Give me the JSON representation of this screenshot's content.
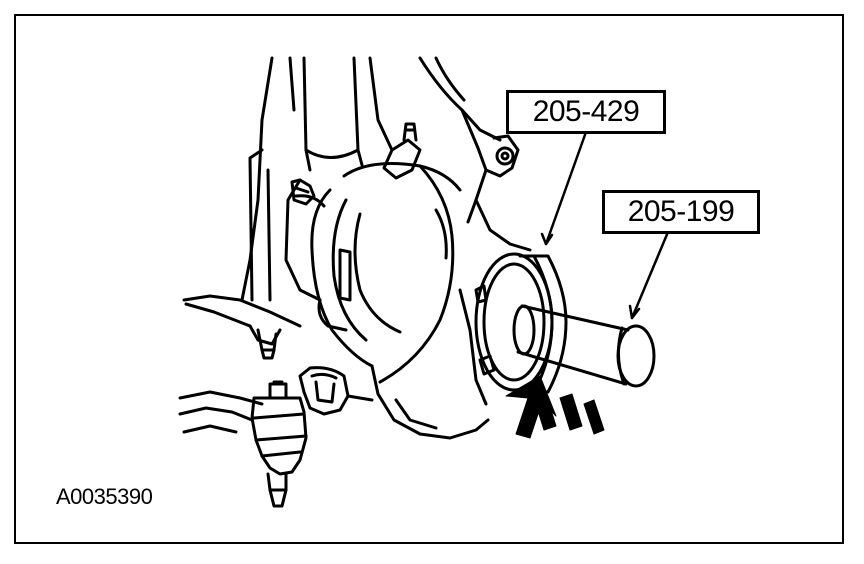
{
  "figure": {
    "id": "A0035390",
    "tools": [
      {
        "number": "205-429"
      },
      {
        "number": "205-199"
      }
    ]
  },
  "colors": {
    "ink": "#000000",
    "paper": "#ffffff"
  },
  "icons": {
    "push-direction": "triple-arrow-icon"
  }
}
